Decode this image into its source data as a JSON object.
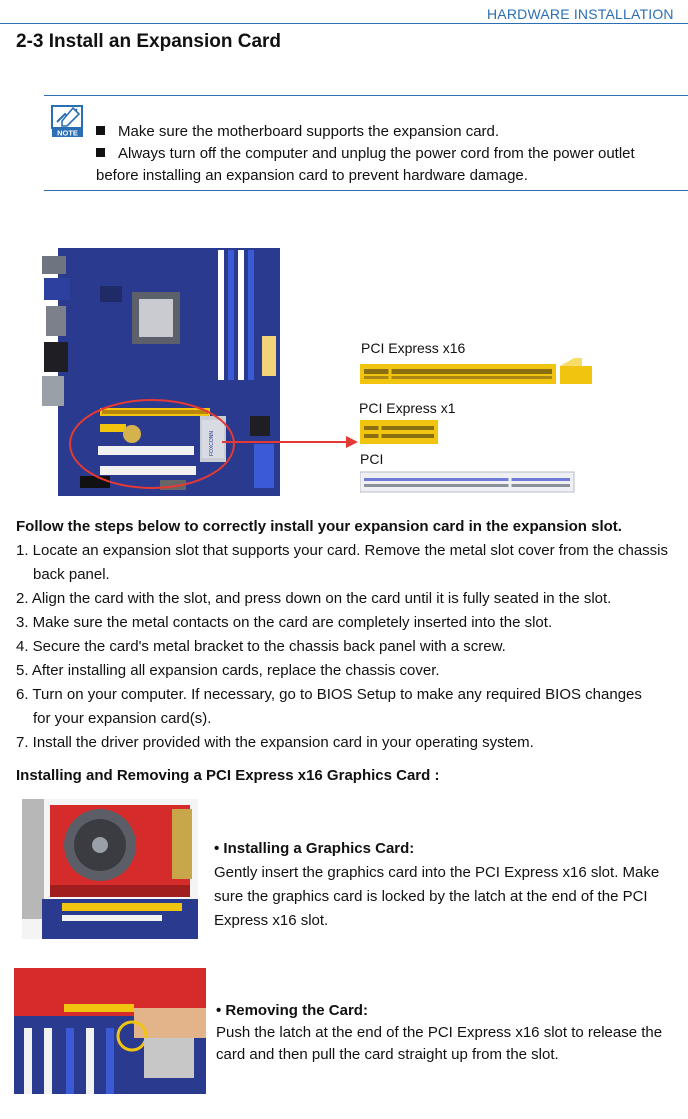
{
  "header": {
    "section_name": "HARDWARE INSTALLATION"
  },
  "title": "2-3 Install an Expansion Card",
  "note": {
    "icon_label": "NOTE",
    "lines": [
      "Make sure the motherboard supports the expansion card.",
      "Always turn off the computer and unplug the power cord from the power outlet",
      "before installing an expansion card to prevent hardware damage."
    ]
  },
  "figure": {
    "slot_labels": [
      "PCI Express x16",
      "PCI Express x1",
      "PCI"
    ],
    "board_brand": "FOXCONN",
    "colors": {
      "pcie_slot": "#f1c40f",
      "pci_slot": "#e6e6ea",
      "callout": "#e53935",
      "board": "#2a3b8f"
    }
  },
  "steps": {
    "title": "Follow the steps below to correctly install your expansion card in the expansion slot.",
    "items": [
      {
        "line1": "1. Locate an expansion slot that supports your card. Remove the metal slot cover from the chassis",
        "line2": "back panel."
      },
      {
        "line1": "2. Align the card with the slot, and press down on the card until it is fully seated in the slot."
      },
      {
        "line1": "3. Make sure the metal contacts on the card are completely inserted into the slot."
      },
      {
        "line1": "4. Secure the card's metal bracket to the chassis back panel with a screw."
      },
      {
        "line1": "5. After installing all expansion cards, replace the chassis cover."
      },
      {
        "line1": "6. Turn on your computer. If necessary, go to BIOS Setup to make any required BIOS changes",
        "line2": "for your expansion card(s)."
      },
      {
        "line1": "7. Install the driver provided with the expansion card in your operating system."
      }
    ]
  },
  "graphics": {
    "title": "Installing and Removing a PCI Express x16 Graphics Card :",
    "install": {
      "heading": "• Installing a Graphics Card:",
      "lines": [
        "Gently insert the graphics card into the PCI Express x16 slot. Make",
        "sure the graphics card is locked by the latch at the end of the PCI",
        "Express x16 slot."
      ]
    },
    "remove": {
      "heading": "• Removing the Card:",
      "lines": [
        "Push the latch at the end of the PCI Express x16 slot to release the",
        "card and then pull the card straight up from the slot."
      ]
    }
  }
}
